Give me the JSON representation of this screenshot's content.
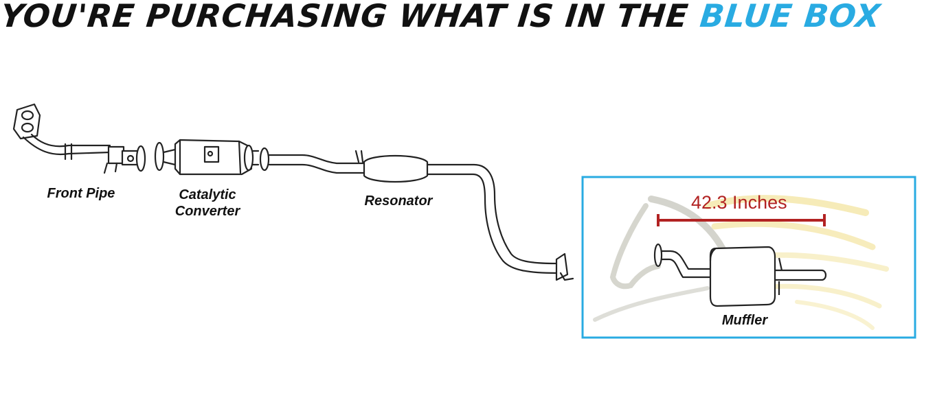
{
  "headline": {
    "text": "YOU'RE PURCHASING WHAT IS IN THE",
    "accent": "BLUE BOX"
  },
  "parts": {
    "front_pipe": "Front Pipe",
    "catalytic_converter": [
      "Catalytic",
      "Converter"
    ],
    "resonator": "Resonator",
    "muffler": "Muffler"
  },
  "measurement": "42.3 Inches",
  "colors": {
    "accent": "#29ABE2",
    "measurement": "#B22222",
    "outline": "#222222"
  },
  "icons": [
    "horse-head-watermark-icon"
  ]
}
